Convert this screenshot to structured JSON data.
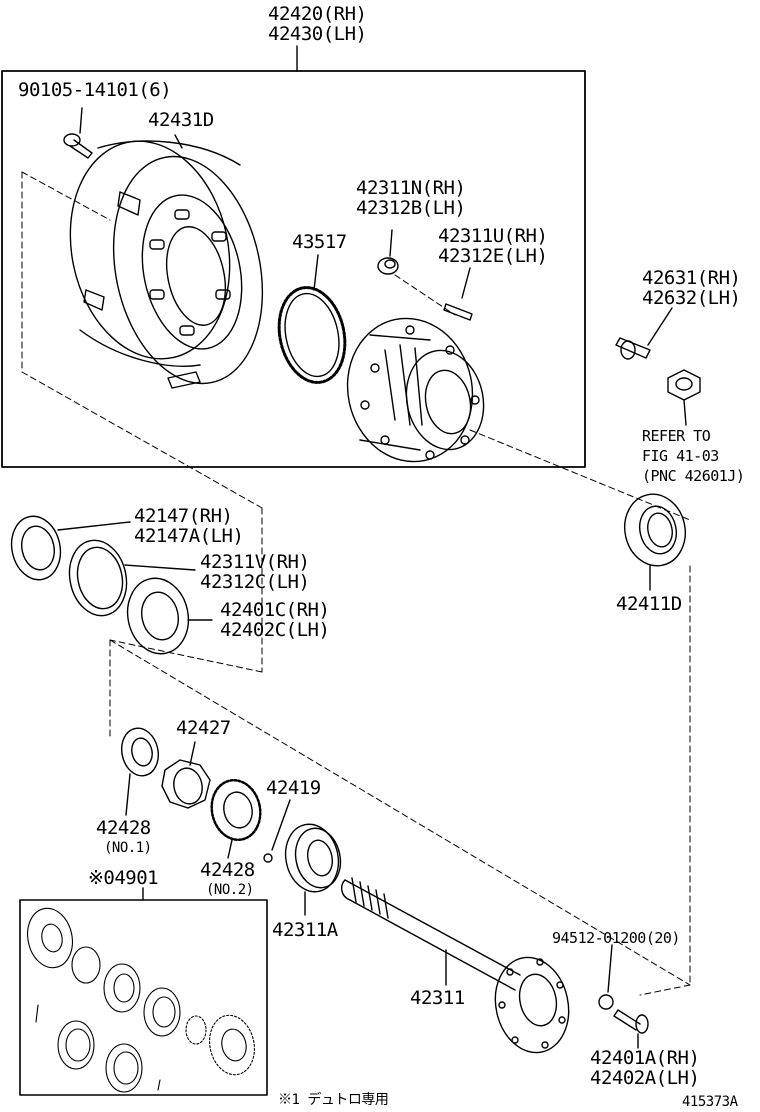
{
  "labels": {
    "p42420": "42420(RH)",
    "p42430": "42430(LH)",
    "p90105": "90105-14101(6)",
    "p42431d": "42431D",
    "p42311n": "42311N(RH)",
    "p42312b": "42312B(LH)",
    "p43517": "43517",
    "p42311u": "42311U(RH)",
    "p42312e": "42312E(LH)",
    "p42631": "42631(RH)",
    "p42632": "42632(LH)",
    "refer1": "REFER TO",
    "refer2": "FIG 41-03",
    "refer3": "(PNC 42601J)",
    "p42147": "42147(RH)",
    "p42147a": "42147A(LH)",
    "p42311v": "42311V(RH)",
    "p42312c": "42312C(LH)",
    "p42401c": "42401C(RH)",
    "p42402c": "42402C(LH)",
    "p42411d": "42411D",
    "p42427": "42427",
    "p42419": "42419",
    "p42428a": "42428",
    "no1": "(NO.1)",
    "p42428b": "42428",
    "no2": "(NO.2)",
    "p04901": "※04901",
    "p42311a": "42311A",
    "p94512": "94512-01200(20)",
    "p42311": "42311",
    "p42401a": "42401A(RH)",
    "p42402a": "42402A(LH)",
    "footnote": "※1 デュトロ専用",
    "code": "415373A"
  }
}
